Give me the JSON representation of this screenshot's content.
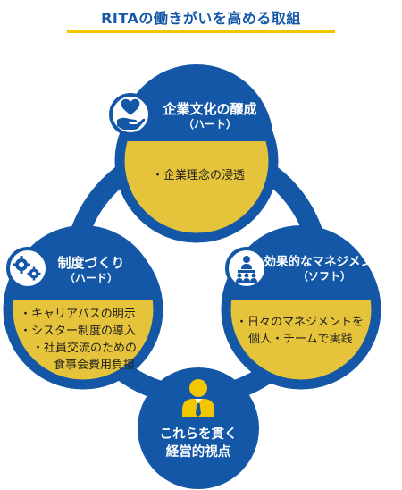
{
  "title": "RITAの働きがいを高める取組",
  "colors": {
    "primary_blue": "#1357A6",
    "accent_yellow": "#E5C33A",
    "title_underline": "#F2C700"
  },
  "top": {
    "heading": "企業文化の醸成",
    "subheading": "（ハート）",
    "icon": "hand-heart-icon",
    "items": [
      "・企業理念の浸透"
    ]
  },
  "left": {
    "heading": "制度づくり",
    "subheading": "（ハード）",
    "icon": "gears-icon",
    "items": [
      "・キャリアパスの明示",
      "・シスター制度の導入",
      "・社員交流のための",
      "食事会費用負担"
    ]
  },
  "right": {
    "heading": "効果的なマネジメント",
    "subheading": "（ソフト）",
    "icon": "people-meeting-icon",
    "items": [
      "・日々のマネジメントを",
      "個人・チームで実践"
    ]
  },
  "bottom": {
    "icon": "businessperson-icon",
    "lines": [
      "これらを貫く",
      "経営的視点"
    ]
  }
}
